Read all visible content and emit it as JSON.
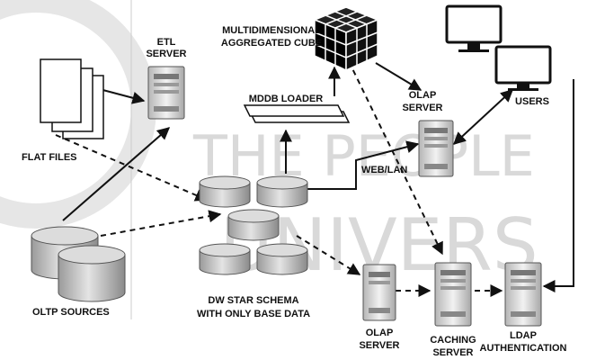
{
  "watermark": {
    "line1": "THE PEOPLE",
    "line2": "UNIVERS"
  },
  "labels": {
    "cube": [
      "MULTIDIMENSIONAL",
      "AGGREGATED CUBE"
    ],
    "etl": [
      "ETL",
      "SERVER"
    ],
    "mddb": "MDDB LOADER",
    "olap_top": [
      "OLAP",
      "SERVER"
    ],
    "users": "USERS",
    "flat_files": "FLAT FILES",
    "web_lan": "WEB/LAN",
    "oltp": "OLTP SOURCES",
    "dw": [
      "DW STAR SCHEMA",
      "WITH ONLY BASE DATA"
    ],
    "olap_bottom": [
      "OLAP",
      "SERVER"
    ],
    "caching": [
      "CACHING",
      "SERVER"
    ],
    "ldap": [
      "LDAP",
      "AUTHENTICATION"
    ]
  },
  "colors": {
    "stroke": "#111111",
    "cylinder": "#cfcfcf",
    "server": "#e6e6e6",
    "watermark": "#d9d9d9"
  }
}
